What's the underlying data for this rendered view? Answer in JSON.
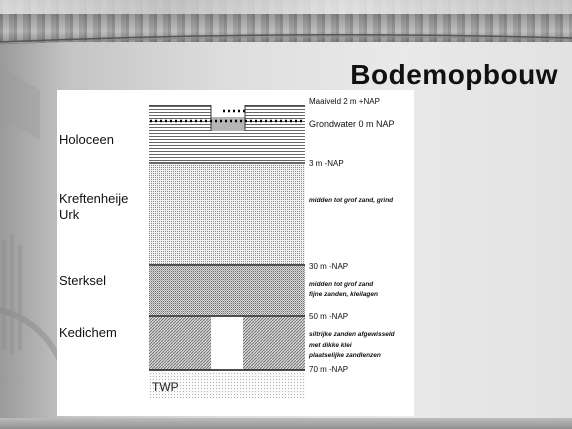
{
  "slide": {
    "title": "Bodemopbouw"
  },
  "eras": {
    "holoceen": "Holoceen",
    "kreftenheije": "Kreftenheije",
    "urk": "Urk",
    "sterksel": "Sterksel",
    "kedichem": "Kedichem"
  },
  "levels": {
    "maaiveld": "Maaiveld 2 m +NAP",
    "grondwater": "Grondwater 0 m NAP",
    "m3": "3 m -NAP",
    "m30": "30 m -NAP",
    "m50": "50 m -NAP",
    "m70": "70 m -NAP"
  },
  "descriptions": {
    "kreftenheije": "midden tot grof zand, grind",
    "sterksel_1": "midden tot grof zand",
    "sterksel_2": "fijne zanden, kleilagen",
    "kedichem_1": "siltrijke zanden afgewisseld",
    "kedichem_2": "met dikke klei",
    "kedichem_3": "plaatselijke zandlenzen"
  },
  "base_label": "TWP",
  "colors": {
    "line": "#111111",
    "hatch": "#333333",
    "panel": "#ffffff"
  }
}
